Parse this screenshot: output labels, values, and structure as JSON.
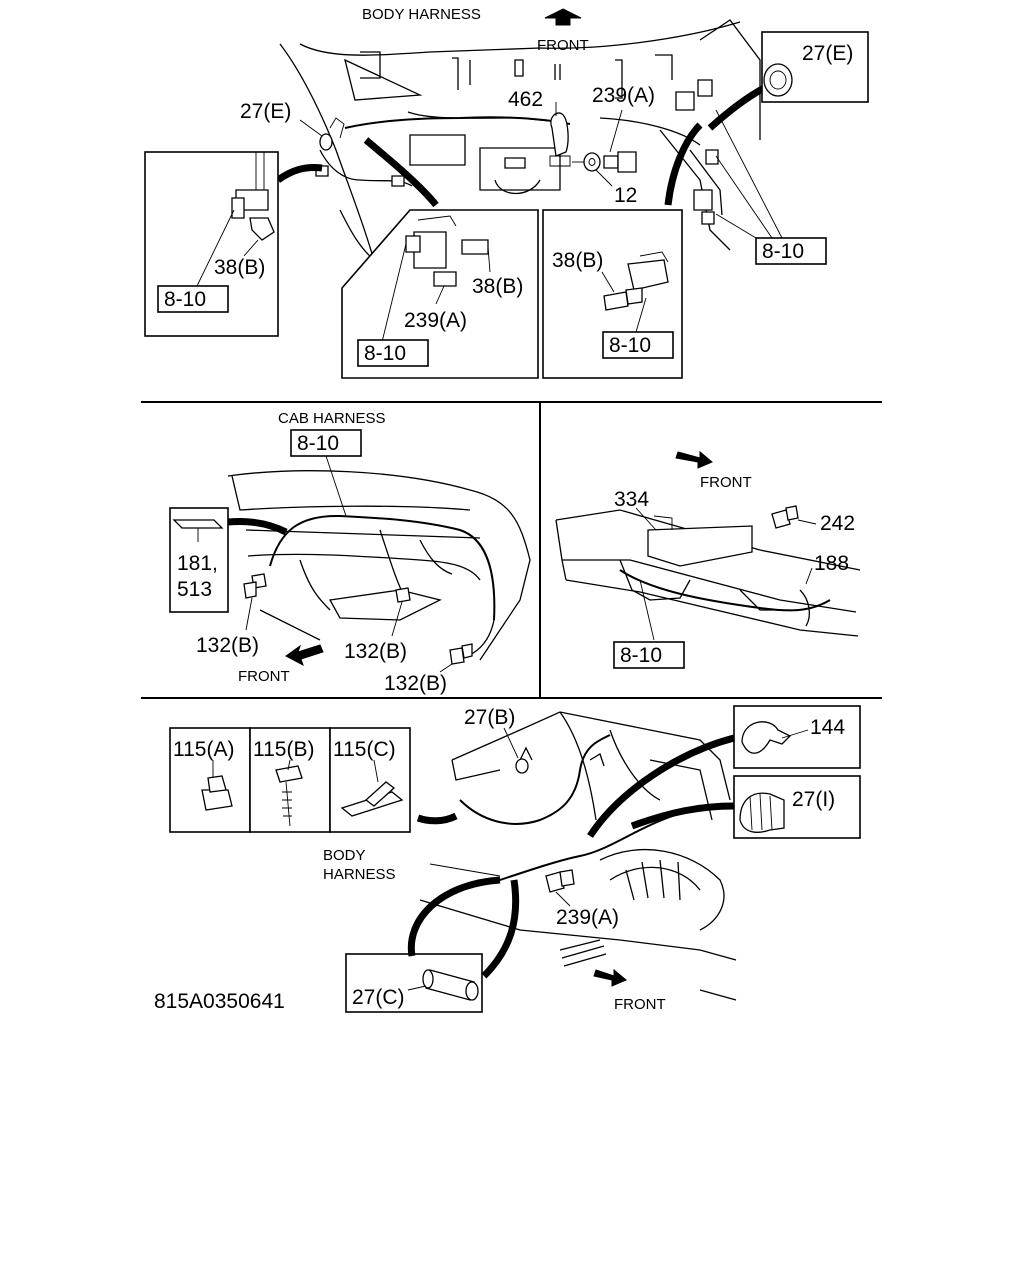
{
  "top_panel": {
    "title": "BODY HARNESS",
    "front": "FRONT",
    "labels": {
      "p27e_left": "27(E)",
      "p27e_box": "27(E)",
      "p462": "462",
      "p239a": "239(A)",
      "p12": "12",
      "p38b_left": "38(B)",
      "p810_left": "8-10",
      "p38b_mid": "38(B)",
      "p239a_mid": "239(A)",
      "p810_mid": "8-10",
      "p38b_right": "38(B)",
      "p810_right": "8-10",
      "p810_top_right": "8-10"
    }
  },
  "cab_panel": {
    "title": "CAB HARNESS",
    "labels": {
      "p810": "8-10",
      "p181": "181,",
      "p513": "513",
      "p132b_1": "132(B)",
      "p132b_2": "132(B)",
      "p132b_3": "132(B)"
    },
    "front": "FRONT"
  },
  "frame_panel": {
    "front": "FRONT",
    "labels": {
      "p334": "334",
      "p242": "242",
      "p188": "188",
      "p810": "8-10"
    }
  },
  "bottom_panel": {
    "labels": {
      "p115a": "115(A)",
      "p115b": "115(B)",
      "p115c": "115(C)",
      "p27b": "27(B)",
      "p144": "144",
      "p27i": "27(I)",
      "body": "BODY",
      "harness": "HARNESS",
      "p239a": "239(A)",
      "p27c": "27(C)"
    },
    "front": "FRONT",
    "drawing_code": "815A0350641"
  }
}
